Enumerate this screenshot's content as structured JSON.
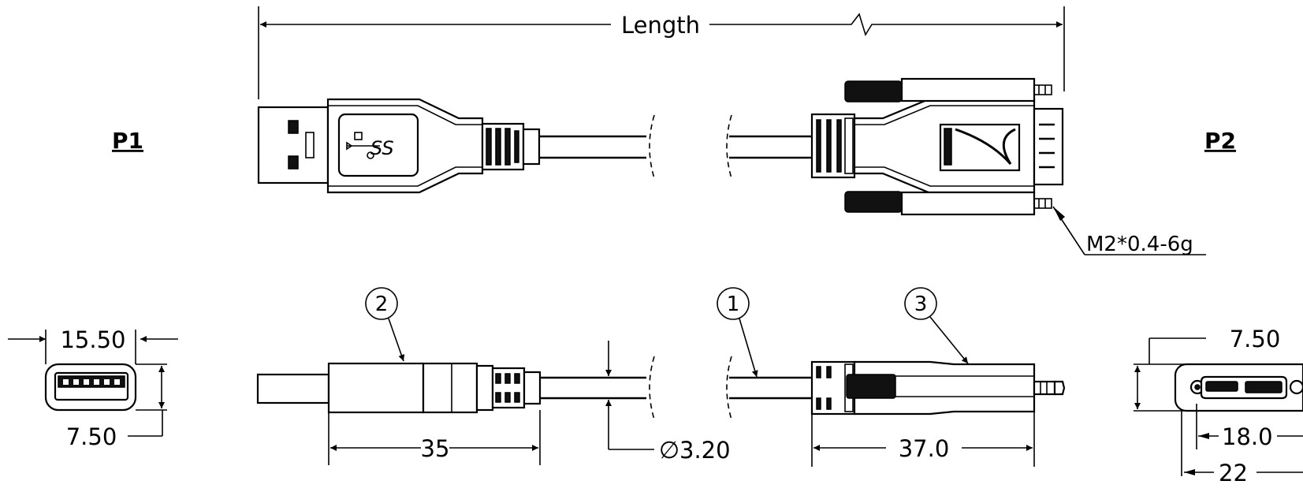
{
  "labels": {
    "p1": "P1",
    "p2": "P2"
  },
  "dimensions": {
    "length": "Length",
    "p1_width": "15.50",
    "p1_height": "7.50",
    "p1_overmold": "35",
    "cable_diameter": "3.20",
    "p2_overmold": "37.0",
    "p2_height": "7.50",
    "p2_inner_width": "18.0",
    "p2_outer_width": "22"
  },
  "symbols": {
    "diameter": "∅"
  },
  "thread_spec": "M2*0.4-6g",
  "callouts": {
    "c1": "1",
    "c2": "2",
    "c3": "3"
  },
  "logo_text": "SS"
}
